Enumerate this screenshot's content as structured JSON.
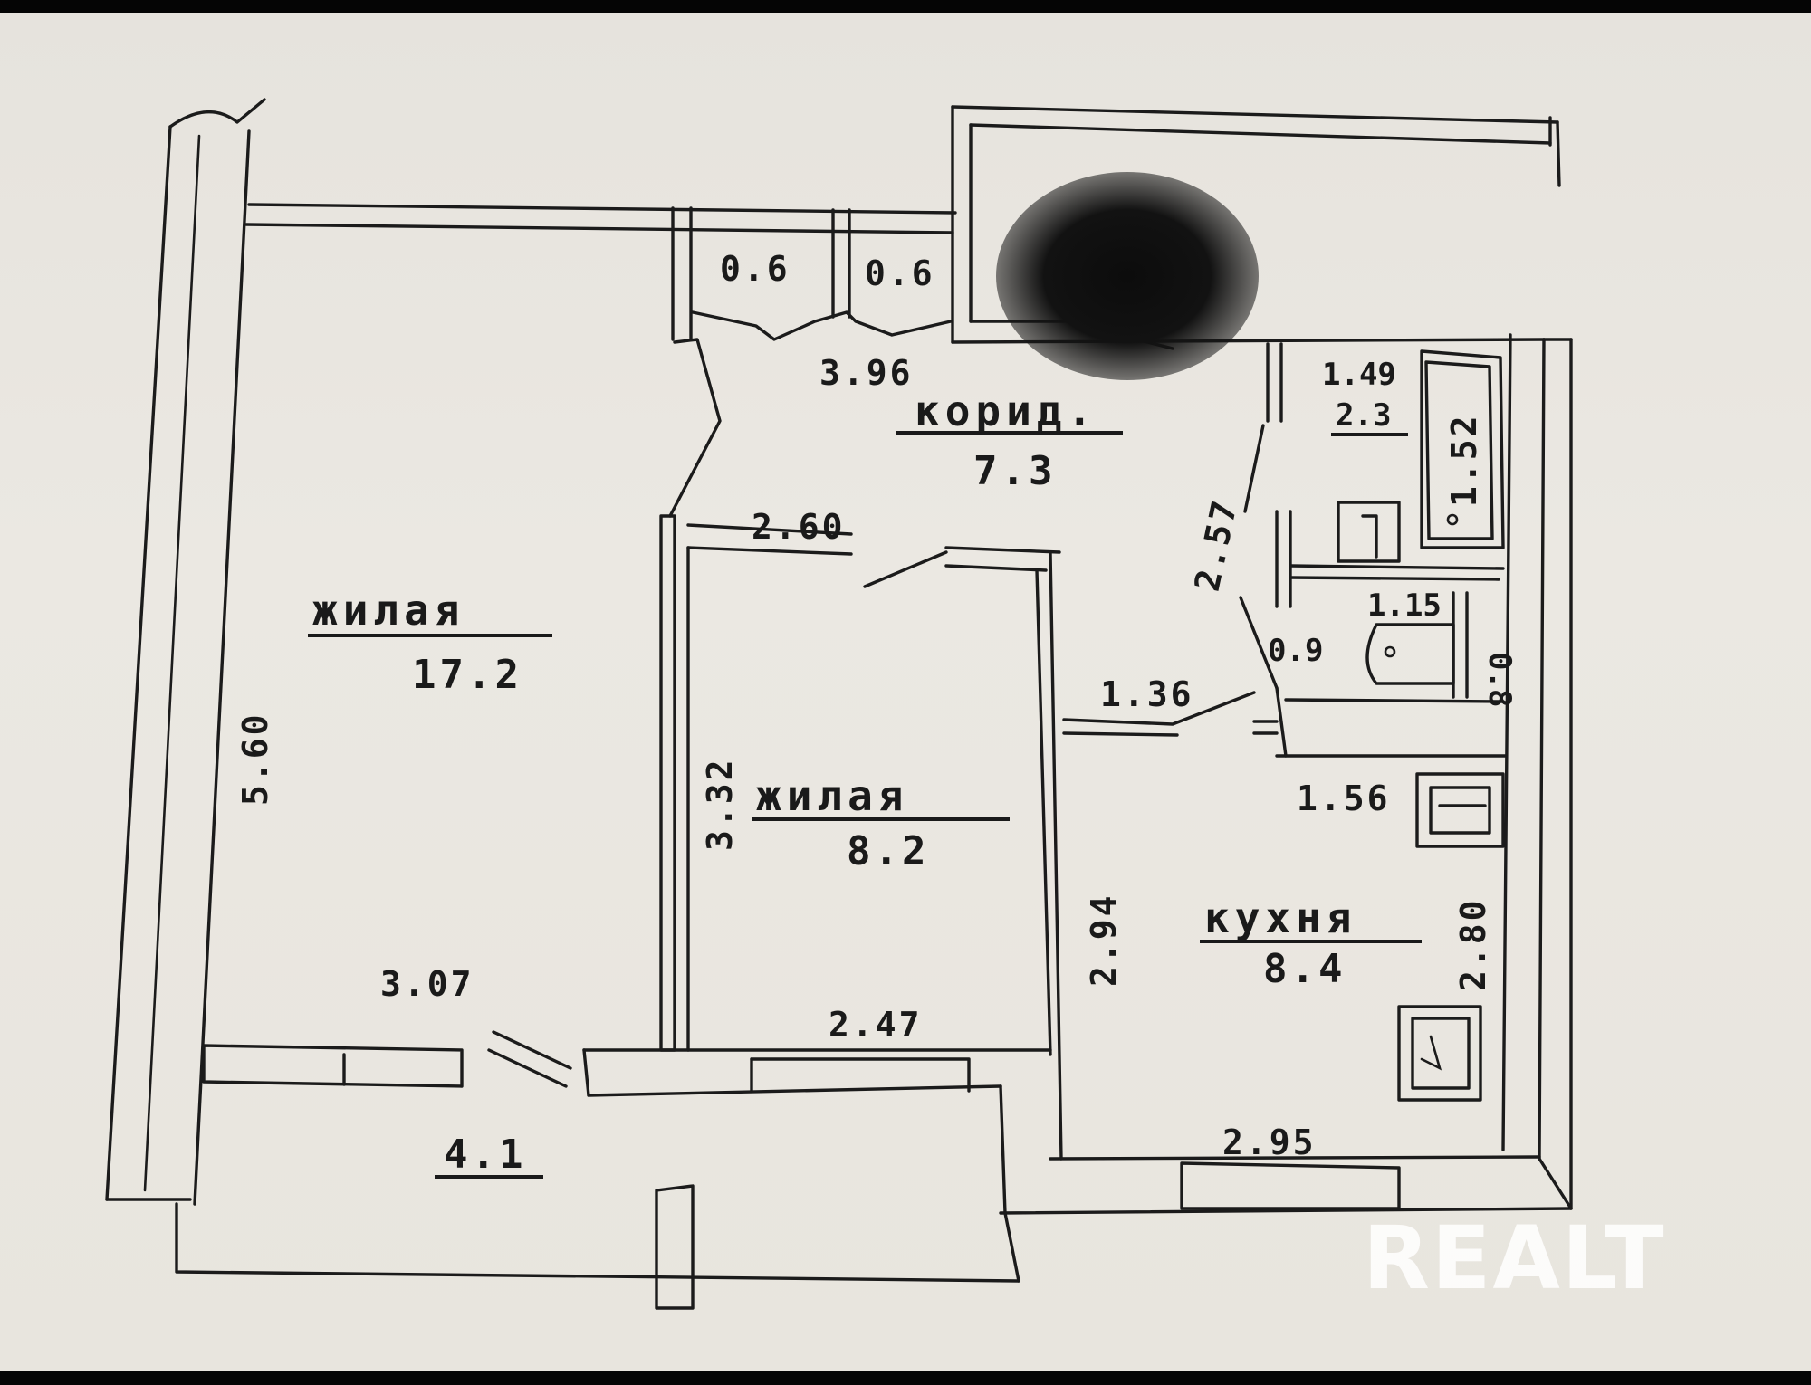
{
  "rooms": {
    "living_big": {
      "name": "жилая",
      "area": "17.2"
    },
    "living_small": {
      "name": "жилая",
      "area": "8.2"
    },
    "corridor": {
      "name": "корид.",
      "area": "7.3"
    },
    "kitchen": {
      "name": "кухня",
      "area": "8.4"
    },
    "bathroom_area": "2.3",
    "bathroom_dim": "1.49",
    "balcony_area": "4.1"
  },
  "dimensions": {
    "left_wall": "5.60",
    "closet_1": "0.6",
    "closet_2": "0.6",
    "corridor_len": "3.96",
    "small_room_top": "2.60",
    "small_room_side": "3.32",
    "corridor_side": "2.57",
    "bath_tub": "1.52",
    "toilet_w": "1.15",
    "toilet_d": "0.9",
    "toilet_side": "0.8",
    "kitchen_door": "1.36",
    "kitchen_top": "1.56",
    "kitchen_left": "2.94",
    "kitchen_right": "2.80",
    "kitchen_bottom": "2.95",
    "small_room_bottom": "2.47",
    "big_room_bottom": "3.07"
  },
  "watermark": "REALT"
}
